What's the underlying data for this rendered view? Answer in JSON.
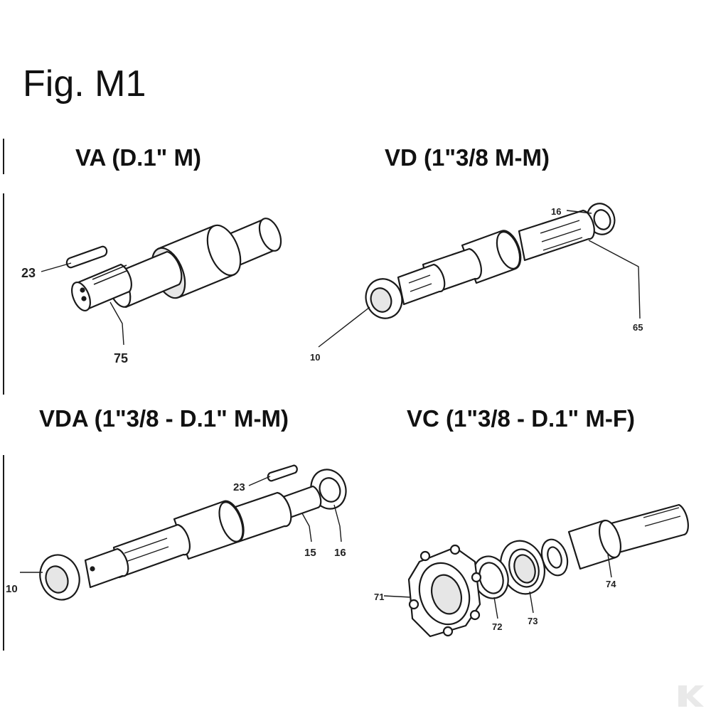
{
  "figure": {
    "title": "Fig. M1"
  },
  "panels": [
    {
      "title": "VA (D.1\" M)",
      "parts": [
        "23",
        "75"
      ]
    },
    {
      "title": "VD (1\"3/8 M-M)",
      "parts": [
        "16",
        "65",
        "10"
      ]
    },
    {
      "title": "VDA (1\"3/8 - D.1\" M-M)",
      "parts": [
        "23",
        "15",
        "16",
        "10"
      ]
    },
    {
      "title": "VC (1\"3/8 - D.1\" M-F)",
      "parts": [
        "71",
        "72",
        "73",
        "74"
      ]
    }
  ],
  "colors": {
    "line": "#1a1a1a",
    "fill": "#ffffff",
    "shade": "#e6e6e6"
  }
}
